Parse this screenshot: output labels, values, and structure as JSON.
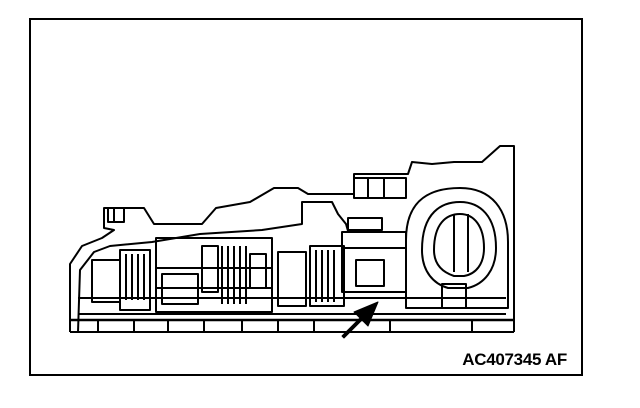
{
  "figure": {
    "reference_code": "AC407345 AF",
    "subject": "transmission-cross-section",
    "indicator": "arrow-pointer",
    "colors": {
      "line": "#000000",
      "background": "#ffffff"
    }
  }
}
